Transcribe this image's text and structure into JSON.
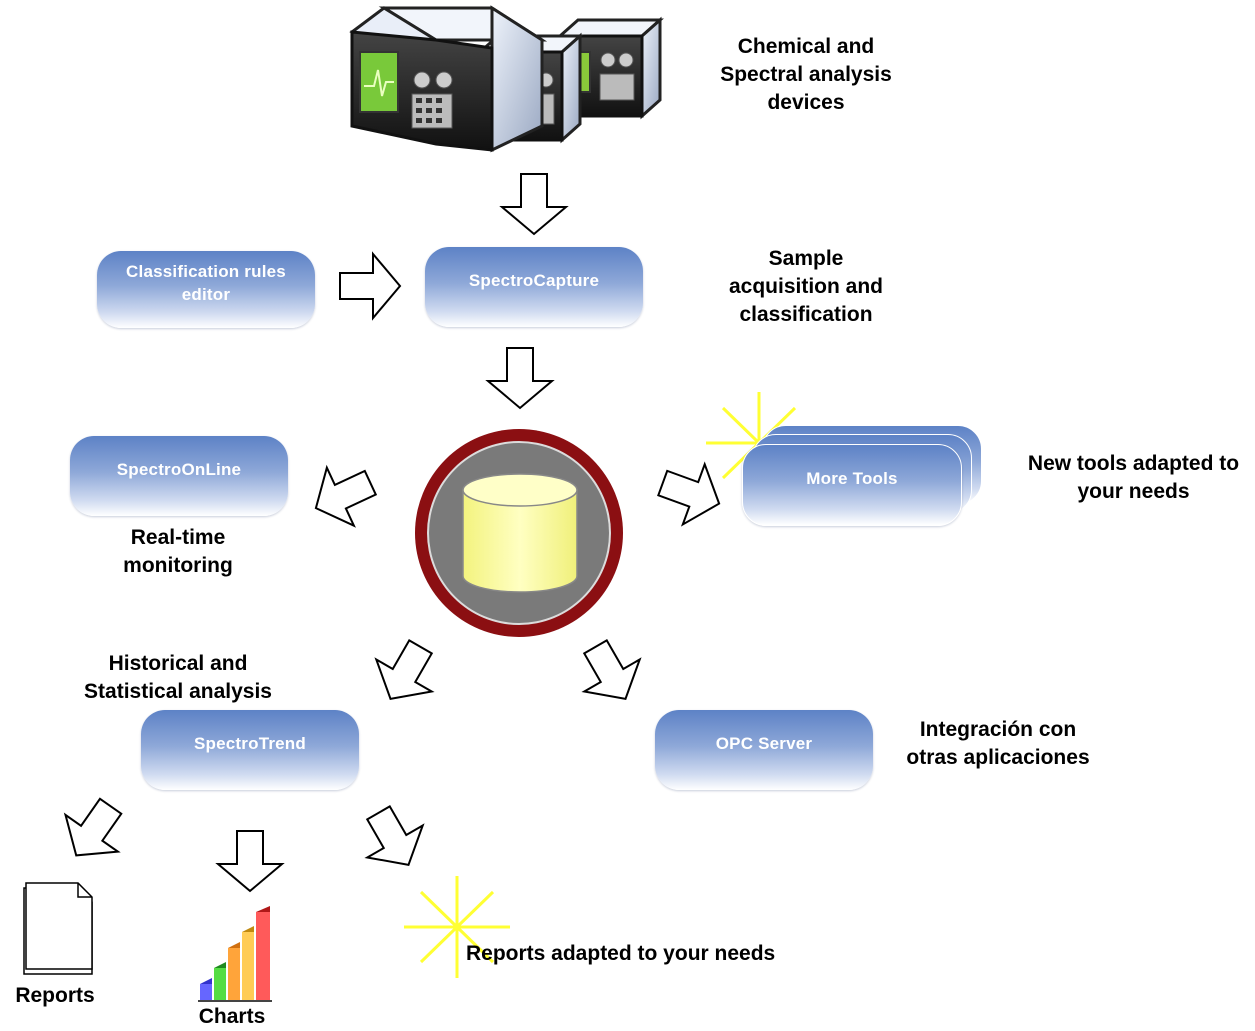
{
  "labels": {
    "devices": [
      "Chemical and",
      "Spectral analysis",
      "devices"
    ],
    "sample": [
      "Sample",
      "acquisition and",
      "classification"
    ],
    "new_tools": [
      "New tools adapted to",
      "your needs"
    ],
    "realtime": [
      "Real-time",
      "monitoring"
    ],
    "historical": [
      "Historical and",
      "Statistical analysis"
    ],
    "integracion": [
      "Integración con",
      "otras aplicaciones"
    ],
    "reports": "Reports",
    "charts": "Charts",
    "reports_adapted": "Reports adapted to your needs"
  },
  "boxes": {
    "classification_editor": [
      "Classification rules",
      "editor"
    ],
    "spectrocapture": "SpectroCapture",
    "spectroonline": "SpectroOnLine",
    "more_tools": "More Tools",
    "spectrotrend": "SpectroTrend",
    "opc_server": "OPC Server"
  },
  "colors": {
    "box_gradient_top": "#5d82c6",
    "box_gradient_bottom": "#ffffff",
    "database_ring": "#8b0f12",
    "database_core": "#777777",
    "cylinder": "#fbfb9a",
    "sparkle": "#ffff33"
  },
  "icons": [
    "analysis-device-icon",
    "database-icon",
    "arrow-icon",
    "sparkle-icon",
    "document-icon",
    "bar-chart-icon"
  ]
}
